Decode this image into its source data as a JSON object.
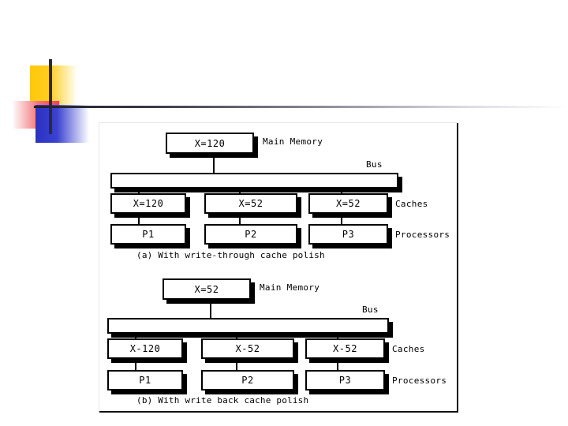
{
  "slide": {
    "logo": {
      "yellow_color": "#FFC80A",
      "red_color": "#F0444B",
      "blue_color": "#2B32C4",
      "rule_color": "#20202c"
    }
  },
  "figure": {
    "panels": [
      {
        "id": "a",
        "caption": "(a) With write-through cache polish",
        "main_memory": {
          "value": "X=120",
          "label": "Main Memory"
        },
        "bus": {
          "label": "Bus"
        },
        "caches": {
          "label": "Caches",
          "values": [
            "X=120",
            "X=52",
            "X=52"
          ]
        },
        "processors": {
          "label": "Processors",
          "values": [
            "P1",
            "P2",
            "P3"
          ]
        }
      },
      {
        "id": "b",
        "caption": "(b) With write back cache polish",
        "main_memory": {
          "value": "X=52",
          "label": "Main Memory"
        },
        "bus": {
          "label": "Bus"
        },
        "caches": {
          "label": "Caches",
          "values": [
            "X-120",
            "X-52",
            "X-52"
          ]
        },
        "processors": {
          "label": "Processors",
          "values": [
            "P1",
            "P2",
            "P3"
          ]
        }
      }
    ]
  }
}
